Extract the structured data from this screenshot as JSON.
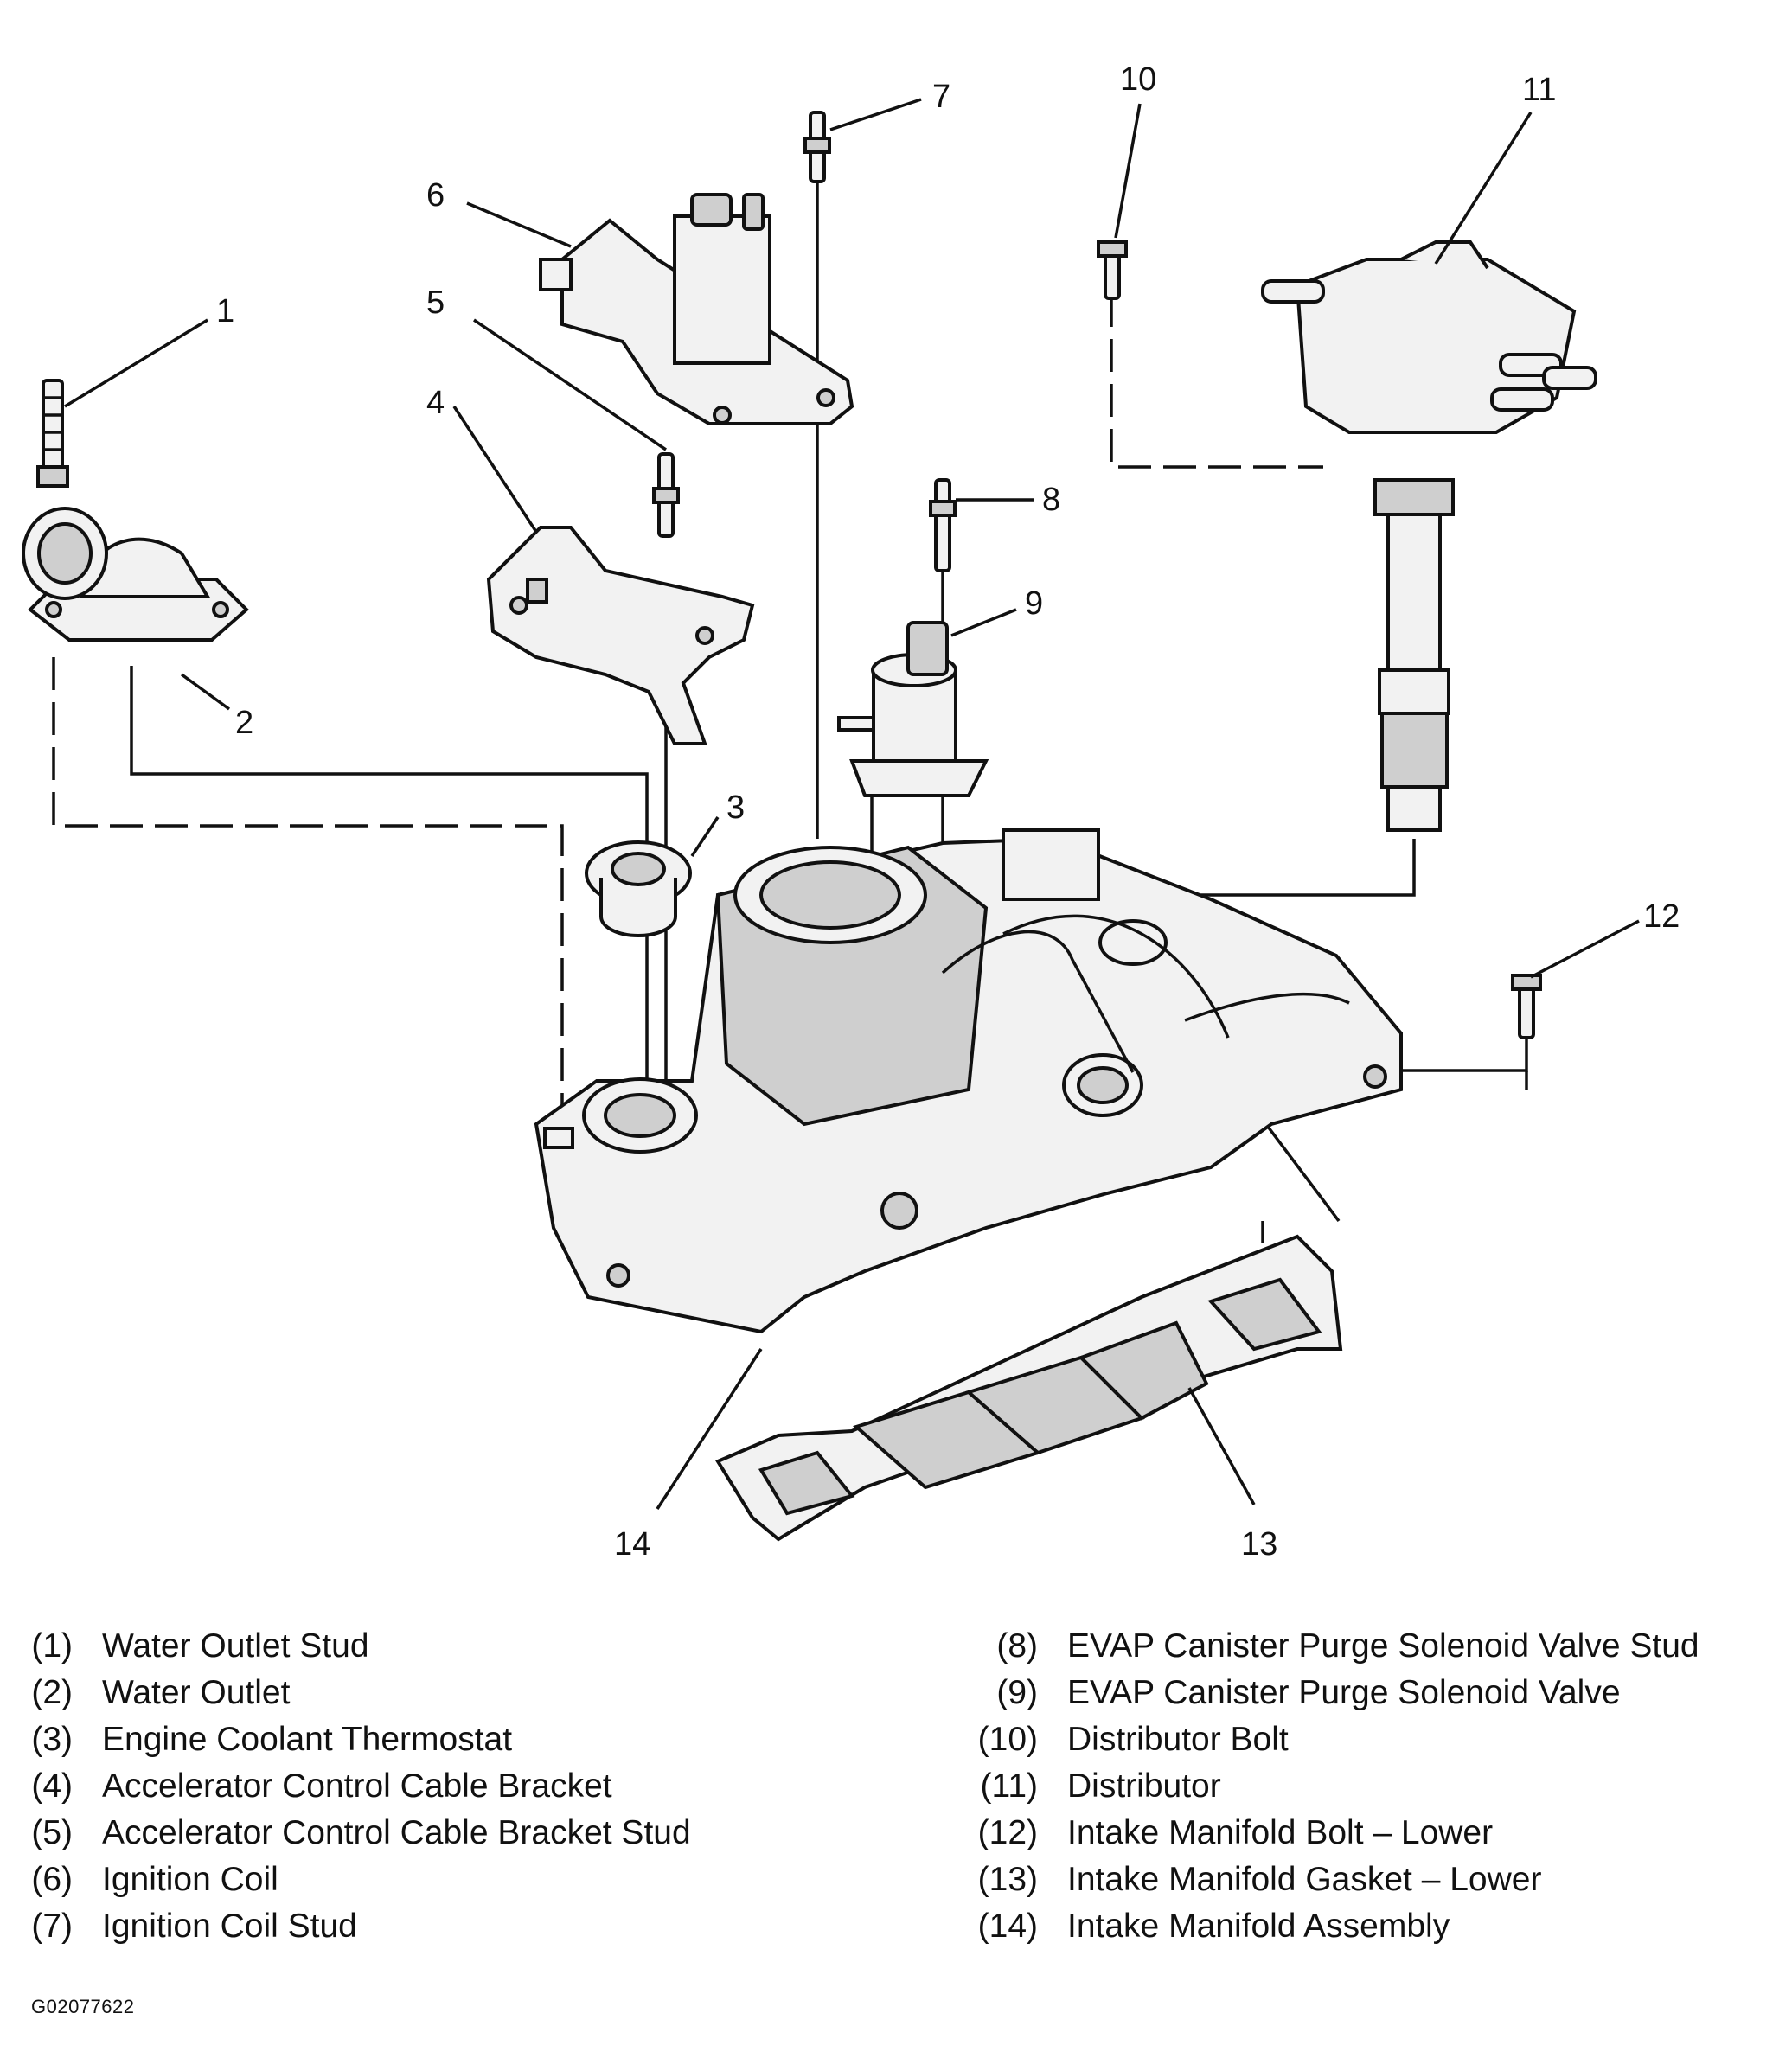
{
  "callouts": [
    "1",
    "2",
    "3",
    "4",
    "5",
    "6",
    "7",
    "8",
    "9",
    "10",
    "11",
    "12",
    "13",
    "14"
  ],
  "legend": [
    {
      "num": "(1)",
      "label": "Water Outlet Stud"
    },
    {
      "num": "(2)",
      "label": "Water Outlet"
    },
    {
      "num": "(3)",
      "label": "Engine Coolant Thermostat"
    },
    {
      "num": "(4)",
      "label": "Accelerator Control Cable Bracket"
    },
    {
      "num": "(5)",
      "label": "Accelerator Control Cable Bracket Stud"
    },
    {
      "num": "(6)",
      "label": "Ignition Coil"
    },
    {
      "num": "(7)",
      "label": "Ignition Coil Stud"
    },
    {
      "num": "(8)",
      "label": "EVAP Canister Purge Solenoid Valve Stud"
    },
    {
      "num": "(9)",
      "label": "EVAP Canister Purge Solenoid Valve"
    },
    {
      "num": "(10)",
      "label": "Distributor Bolt"
    },
    {
      "num": "(11)",
      "label": "Distributor"
    },
    {
      "num": "(12)",
      "label": "Intake Manifold Bolt – Lower"
    },
    {
      "num": "(13)",
      "label": "Intake Manifold Gasket – Lower"
    },
    {
      "num": "(14)",
      "label": "Intake Manifold Assembly"
    }
  ],
  "figure_id": "G02077622"
}
